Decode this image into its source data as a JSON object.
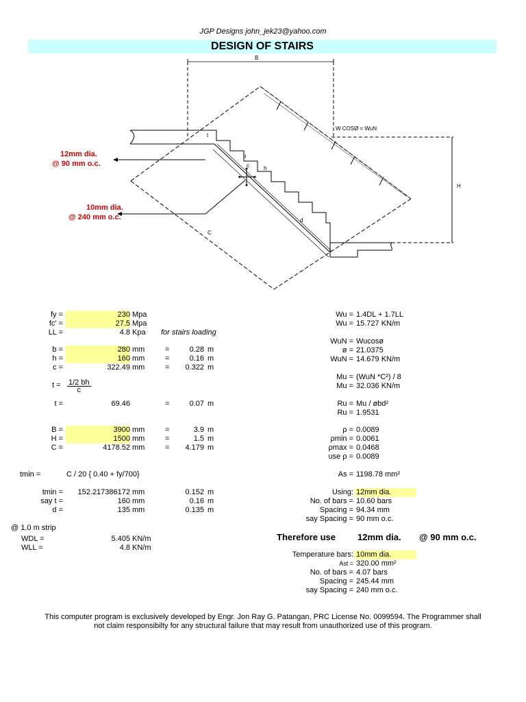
{
  "header": {
    "author": "JGP Designs john_jek23@yahoo.com",
    "title": "DESIGN OF STAIRS"
  },
  "diagram": {
    "label_B": "B",
    "label_H": "H",
    "label_C": "C",
    "label_t": "t",
    "label_b": "b",
    "label_h": "h",
    "label_c": "c",
    "label_d": "d",
    "load_label": "W COSØ = WuN",
    "main_bar_line1": "12mm dia.",
    "main_bar_line2": "@ 90 mm o.c.",
    "temp_bar_line1": "10mm dia.",
    "temp_bar_line2": "@ 240 mm o.c."
  },
  "inputs": {
    "fy": {
      "label": "fy =",
      "value": "230",
      "unit": "Mpa"
    },
    "fc": {
      "label": "fc' =",
      "value": "27.5",
      "unit": "Mpa"
    },
    "ll": {
      "label": "LL =",
      "value": "4.8",
      "unit": "Kpa",
      "note": "for stairs loading"
    },
    "b": {
      "label": "b =",
      "value": "280",
      "unit": "mm",
      "eq": "=",
      "m": "0.28",
      "munit": "m"
    },
    "h": {
      "label": "h =",
      "value": "160",
      "unit": "mm",
      "eq": "=",
      "m": "0.16",
      "munit": "m"
    },
    "c": {
      "label": "c =",
      "value": "322.49",
      "unit": "mm",
      "eq": "=",
      "m": "0.322",
      "munit": "m"
    },
    "t_formula": {
      "label": "t =",
      "num": "1/2 bh",
      "den": "c"
    },
    "t": {
      "label": "t =",
      "value": "69.46",
      "eq": "=",
      "m": "0.07",
      "munit": "m"
    },
    "B": {
      "label": "B =",
      "value": "3900",
      "unit": "mm",
      "eq": "=",
      "m": "3.9",
      "munit": "m"
    },
    "H": {
      "label": "H =",
      "value": "1500",
      "unit": "mm",
      "eq": "=",
      "m": "1.5",
      "munit": "m"
    },
    "C": {
      "label": "C =",
      "value": "4178.52",
      "unit": "mm",
      "eq": "=",
      "m": "4.179",
      "munit": "m"
    },
    "tmin_formula": {
      "label": "tmin =",
      "formula": "C / 20 { 0.40 + fy/700}"
    },
    "tmin": {
      "label": "tmin =",
      "value": "152.217386172",
      "unit": "mm",
      "m": "0.152",
      "munit": "m"
    },
    "say_t": {
      "label": "say t =",
      "value": "160",
      "unit": "mm",
      "m": "0.16",
      "munit": "m"
    },
    "d": {
      "label": "d =",
      "value": "135",
      "unit": "mm",
      "m": "0.135",
      "munit": "m"
    },
    "strip": "@ 1.0 m strip",
    "wdl": {
      "label": "WDL =",
      "value": "5.405",
      "unit": "KN/m"
    },
    "wll": {
      "label": "WLL =",
      "value": "4.8",
      "unit": "KN/m"
    }
  },
  "results": {
    "wu_formula": {
      "label": "Wu =",
      "value": "1.4DL + 1.7LL"
    },
    "wu": {
      "label": "Wu =",
      "value": "15.727 KN/m"
    },
    "wun_formula": {
      "label": "WuN =",
      "value": "Wucosø"
    },
    "phi": {
      "label": "ø =",
      "value": "21.0375"
    },
    "wun": {
      "label": "WuN =",
      "value": "14.679 KN/m"
    },
    "mu_formula": {
      "label": "Mu =",
      "value": "(WuN *C²) / 8"
    },
    "mu": {
      "label": "Mu =",
      "value": "32.036 KN/m"
    },
    "ru_formula": {
      "label": "Ru =",
      "value": "Mu / øbd²"
    },
    "ru": {
      "label": "Ru =",
      "value": "1.9531"
    },
    "rho": {
      "label": "ρ =",
      "value": "0.0089"
    },
    "rho_min": {
      "label": "ρmin =",
      "value": "0.0061"
    },
    "rho_max": {
      "label": "ρmax =",
      "value": "0.0468"
    },
    "use_rho": {
      "label": "use ρ =",
      "value": "0.0089"
    },
    "as": {
      "label": "As =",
      "value": "1198.78 mm²"
    },
    "using": {
      "label": "Using:",
      "value": "12mm dia."
    },
    "bars": {
      "label": "No. of bars =",
      "value": "10.60 bars"
    },
    "spacing": {
      "label": "Spacing =",
      "value": "94.34 mm"
    },
    "say_spacing": {
      "label": "say Spacing =",
      "value": "90 mm o.c."
    },
    "therefore": {
      "label": "Therefore use",
      "dia": "12mm dia.",
      "spacing": "@ 90 mm o.c."
    },
    "temp": {
      "label": "Temperature bars:",
      "value": "10mm dia."
    },
    "ast": {
      "label": "Ast =",
      "value": "320.00 mm²"
    },
    "temp_bars": {
      "label": "No. of bars =",
      "value": "4.07 bars"
    },
    "temp_spacing": {
      "label": "Spacing =",
      "value": "245.44 mm"
    },
    "temp_say": {
      "label": "say Spacing =",
      "value": "240 mm o.c."
    }
  },
  "footer": "This computer program is exclusively developed by Engr. Jon Ray G. Patangan, PRC License No. 0099594. The Programmer shall not claim responsibilty for any structural failure that may result from unauthorized use of this program."
}
